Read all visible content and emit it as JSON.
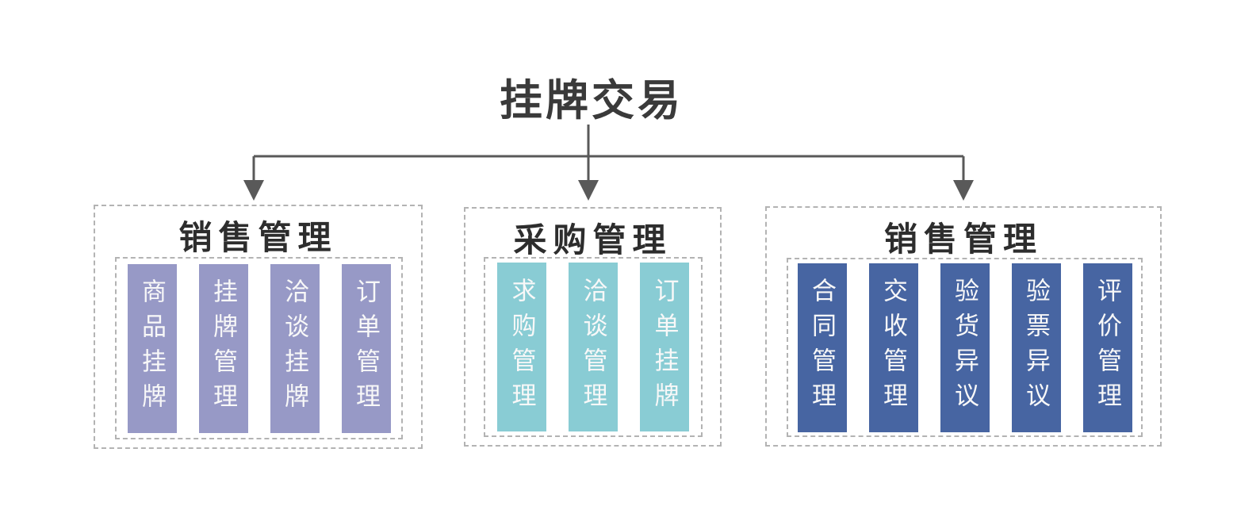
{
  "title": "挂牌交易",
  "groups": [
    {
      "header": "销售管理",
      "column_color": "#9799c6",
      "items": [
        "商品挂牌",
        "挂牌管理",
        "洽谈挂牌",
        "订单管理"
      ]
    },
    {
      "header": "采购管理",
      "column_color": "#89ccd4",
      "items": [
        "求购管理",
        "洽谈管理",
        "订单挂牌"
      ]
    },
    {
      "header": "销售管理",
      "column_color": "#4765a2",
      "items": [
        "合同管理",
        "交收管理",
        "验货异议",
        "验票异议",
        "评价管理"
      ]
    }
  ],
  "colors": {
    "background": "#ffffff",
    "title_text": "#3a3a3a",
    "header_text": "#2d2d2d",
    "column_label_text": "#f8f8f8",
    "connector_line": "#595959",
    "dashed_border": "#b3b3b3",
    "group1_column": "#9799c6",
    "group2_column": "#89ccd4",
    "group3_column": "#4765a2"
  }
}
